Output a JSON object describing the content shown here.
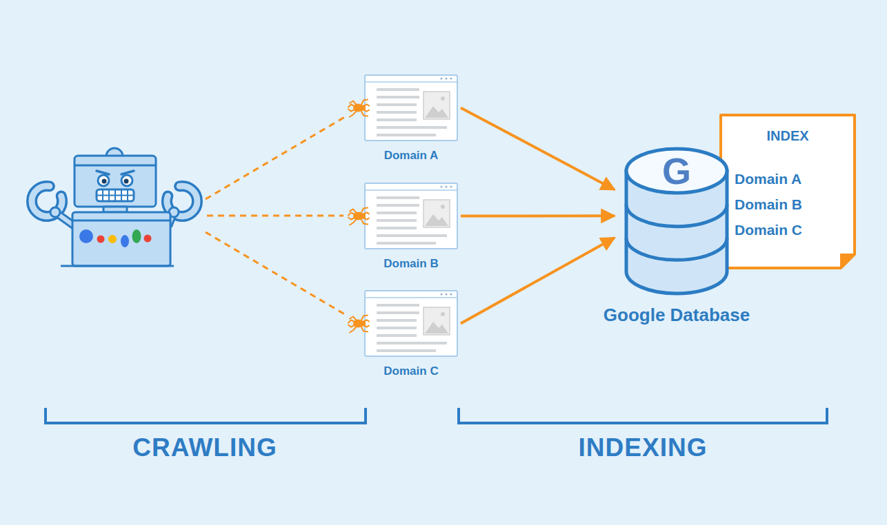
{
  "diagram": {
    "nodes": [
      {
        "text": [
          "Domain A"
        ]
      },
      {
        "text": [
          "Domain B"
        ]
      },
      {
        "text": [
          "Domain C"
        ]
      },
      {
        "text": [
          "G",
          "Google Database"
        ]
      },
      {
        "text": [
          "INDEX",
          "Domain A",
          "Domain B",
          "Domain C"
        ]
      }
    ],
    "edges": [
      {
        "from": 0,
        "to": 3,
        "arrow": "to"
      },
      {
        "from": 1,
        "to": 3,
        "arrow": "to"
      },
      {
        "from": 2,
        "to": 3,
        "arrow": "to"
      }
    ],
    "labels": [
      "CRAWLING",
      "INDEXING"
    ]
  }
}
